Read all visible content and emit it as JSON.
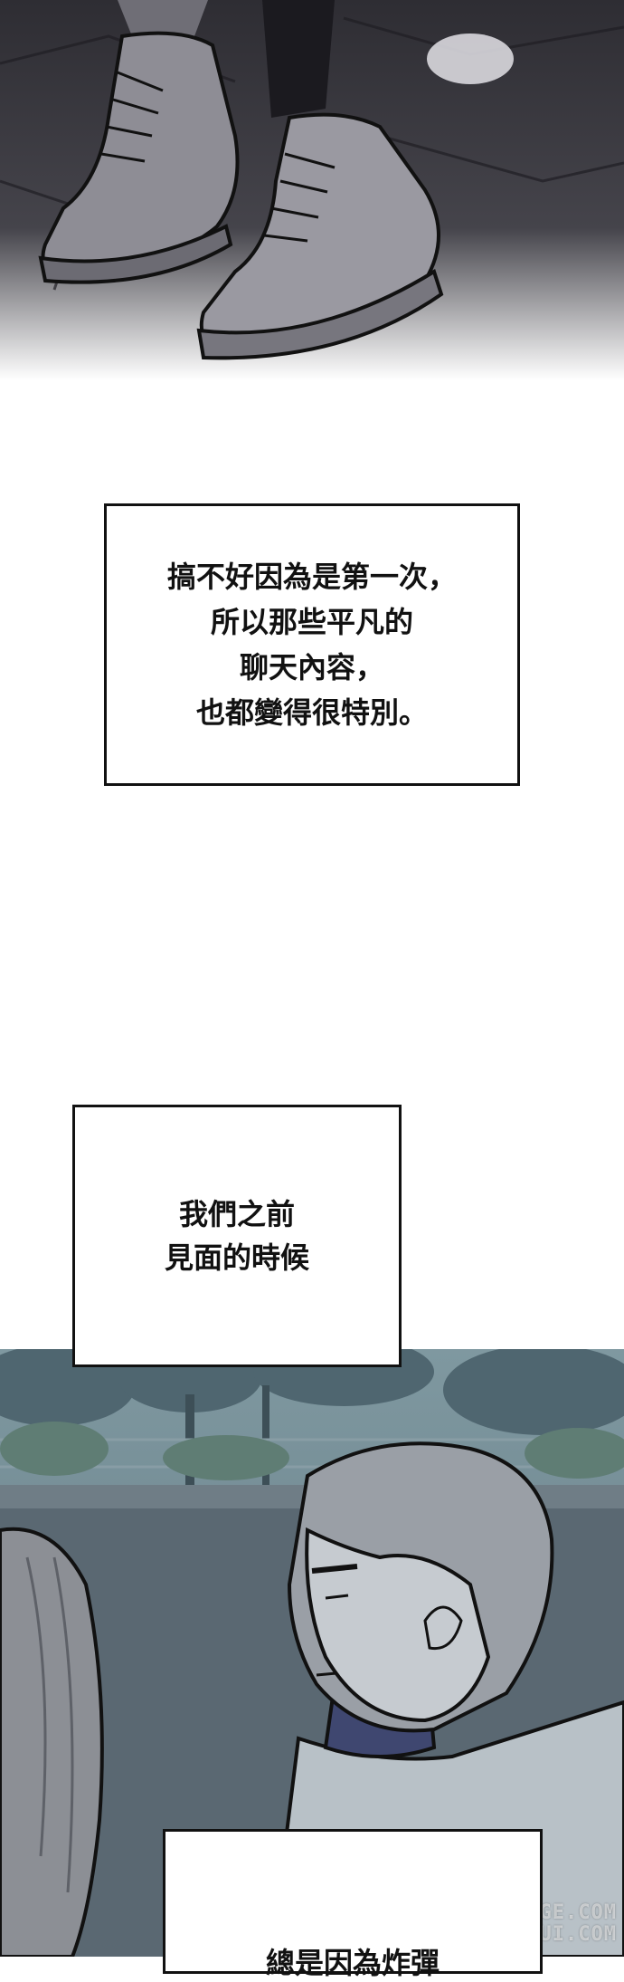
{
  "captions": [
    {
      "lines": [
        "搞不好因為是第一次，",
        "所以那些平凡的",
        "聊天內容，",
        "也都變得很特別。"
      ]
    },
    {
      "lines": [
        "我們之前",
        "見面的時候"
      ]
    },
    {
      "lines": [
        "總是因為炸彈"
      ]
    }
  ],
  "watermark": {
    "lines": [
      "ACLOUDMERGE.COM",
      "MANHUAGUI.COM"
    ]
  },
  "colors": {
    "pavement": "#3a3940",
    "sneaker": "#8e8d95",
    "park_sky": "#6e8790",
    "ground": "#5a6872"
  }
}
